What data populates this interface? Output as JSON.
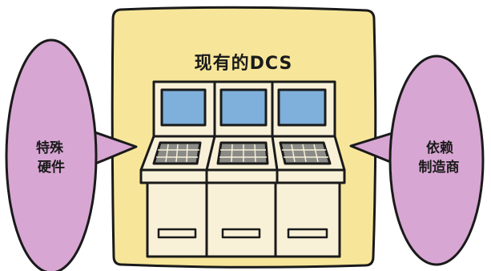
{
  "title": "现有的DCS",
  "left_bubble": {
    "lines": [
      "特殊",
      "硬件"
    ]
  },
  "right_bubble": {
    "lines": [
      "依赖",
      "制造商"
    ]
  },
  "colors": {
    "panel_fill": "#f7e69a",
    "bubble_fill": "#d7a6d3",
    "console_fill": "#f8f1d8",
    "screen_fill": "#7fb0dc",
    "keyboard_fill": "#8a8a86",
    "outline": "#1a1a1a"
  }
}
